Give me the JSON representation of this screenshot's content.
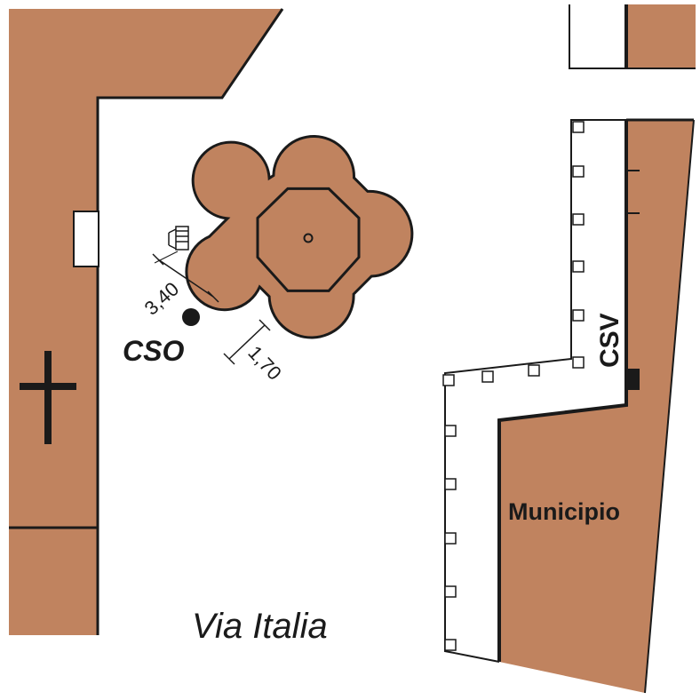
{
  "colors": {
    "building": "#c0835f",
    "outline": "#1a1a1a",
    "background": "#ffffff"
  },
  "labels": {
    "street": "Via Italia",
    "town_hall": "Municipio",
    "marker_cso": "CSO",
    "marker_csv": "CSV",
    "dimension_a": "3,40",
    "dimension_b": "1,70"
  },
  "icons": {
    "church": "cross-icon",
    "point_cso": "filled-circle-marker",
    "point_csv": "filled-square-marker"
  }
}
